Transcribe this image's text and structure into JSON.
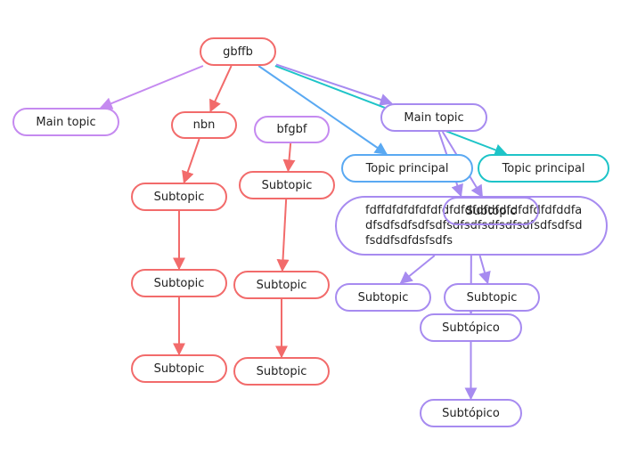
{
  "nodes": {
    "root": "gbffb",
    "main_topic_left": "Main topic",
    "nbn": "nbn",
    "bfgbf": "bfgbf",
    "main_topic_right": "Main topic",
    "topic_principal_1": "Topic principal",
    "topic_principal_2": "Topic principal",
    "nbn_sub1": "Subtopic",
    "nbn_sub2": "Subtopic",
    "nbn_sub3": "Subtopic",
    "bfgbf_sub1": "Subtopic",
    "bfgbf_sub2": "Subtopic",
    "bfgbf_sub3": "Subtopic",
    "long_text": "fdffdfdfdfdfdfdfdfdfdfdfdfdfdfdfdfddfadfsdfsdfsdfsdfsdfsdfsdfsdfsdfsdfsdfsdfsddfsdfdsfsdfs",
    "overlap_sub": "Subtopic",
    "right_sub1": "Subtopic",
    "right_sub2": "Subtopic",
    "subtopico_1": "Subtópico",
    "subtopico_2": "Subtópico"
  },
  "colors": {
    "red": "#f26b6b",
    "purple": "#a78bf0",
    "violet": "#c58af0",
    "blue": "#5aa9f2",
    "cyan": "#1ec4c8"
  },
  "edges": [
    {
      "from": "root",
      "to": "main_topic_left",
      "color": "violet"
    },
    {
      "from": "root",
      "to": "nbn",
      "color": "red"
    },
    {
      "from": "root",
      "to": "main_topic_right",
      "color": "purple"
    },
    {
      "from": "root",
      "to": "topic_principal_1",
      "color": "blue"
    },
    {
      "from": "root",
      "to": "topic_principal_2",
      "color": "cyan"
    },
    {
      "from": "nbn",
      "to": "nbn_sub1",
      "color": "red"
    },
    {
      "from": "nbn_sub1",
      "to": "nbn_sub2",
      "color": "red"
    },
    {
      "from": "nbn_sub2",
      "to": "nbn_sub3",
      "color": "red"
    },
    {
      "from": "bfgbf",
      "to": "bfgbf_sub1",
      "color": "red"
    },
    {
      "from": "bfgbf_sub1",
      "to": "bfgbf_sub2",
      "color": "red"
    },
    {
      "from": "bfgbf_sub2",
      "to": "bfgbf_sub3",
      "color": "red"
    },
    {
      "from": "main_topic_right",
      "to": "long_text",
      "color": "purple"
    },
    {
      "from": "main_topic_right",
      "to": "overlap_sub",
      "color": "purple"
    },
    {
      "from": "long_text",
      "to": "right_sub1",
      "color": "purple"
    },
    {
      "from": "long_text",
      "to": "right_sub2",
      "color": "purple"
    },
    {
      "from": "long_text",
      "to": "subtopico_1",
      "color": "purple"
    },
    {
      "from": "subtopico_1",
      "to": "subtopico_2",
      "color": "purple"
    }
  ]
}
